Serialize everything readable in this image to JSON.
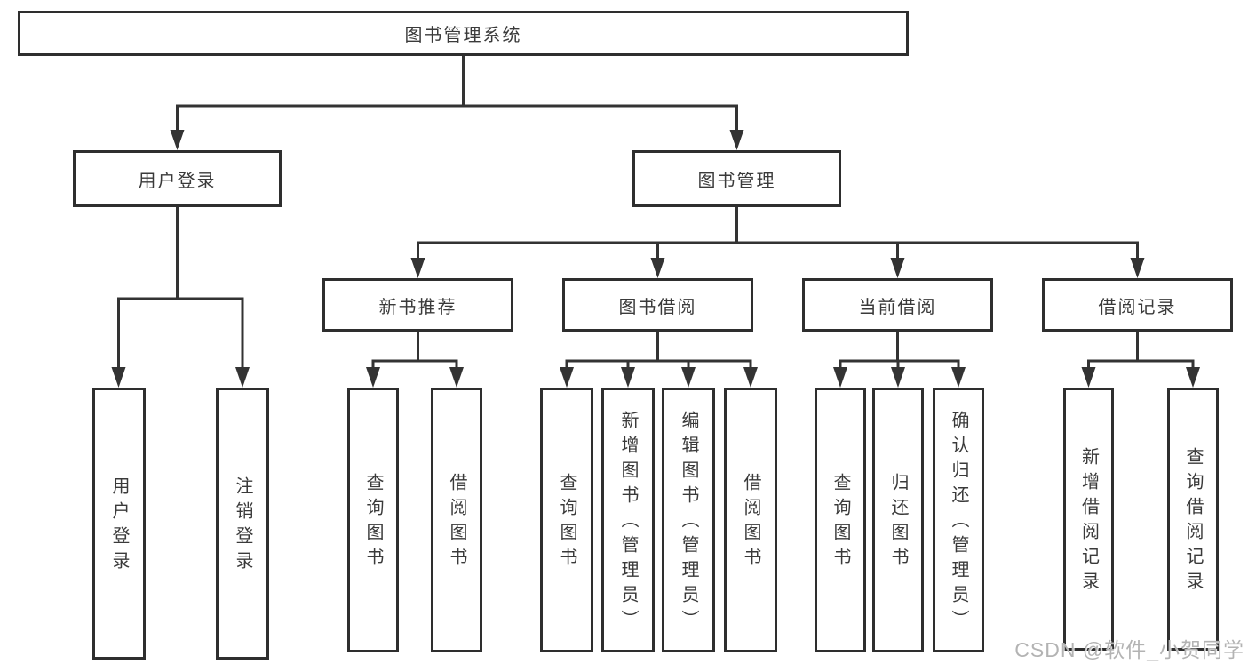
{
  "diagram_type": "hierarchy-tree",
  "colors": {
    "background": "#ffffff",
    "line": "#333333",
    "box_border": "#2e2e2e",
    "text": "#3a3a3a",
    "watermark": "#b3b3b3"
  },
  "tree": {
    "root": "图书管理系统",
    "children": [
      {
        "label": "用户登录",
        "children": [
          {
            "label": "用户登录"
          },
          {
            "label": "注销登录"
          }
        ]
      },
      {
        "label": "图书管理",
        "children": [
          {
            "label": "新书推荐",
            "children": [
              {
                "label": "查询图书"
              },
              {
                "label": "借阅图书"
              }
            ]
          },
          {
            "label": "图书借阅",
            "children": [
              {
                "label": "查询图书"
              },
              {
                "label": "新增图书（管理员）"
              },
              {
                "label": "编辑图书（管理员）"
              },
              {
                "label": "借阅图书"
              }
            ]
          },
          {
            "label": "当前借阅",
            "children": [
              {
                "label": "查询图书"
              },
              {
                "label": "归还图书"
              },
              {
                "label": "确认归还（管理员）"
              }
            ]
          },
          {
            "label": "借阅记录",
            "children": [
              {
                "label": "新增借阅记录"
              },
              {
                "label": "查询借阅记录"
              }
            ]
          }
        ]
      }
    ]
  },
  "watermark": {
    "text": "CSDN @软件_小贺同学"
  }
}
